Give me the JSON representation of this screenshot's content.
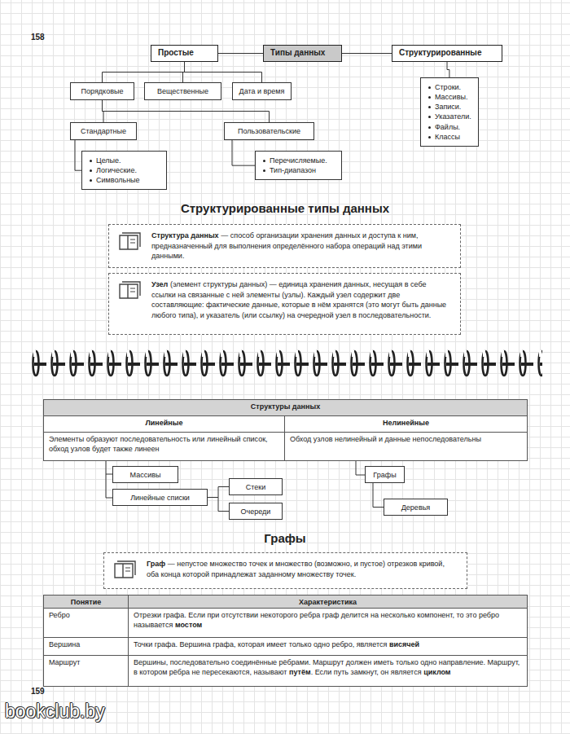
{
  "diagram": {
    "nodes": [
      {
        "text": [
          "Простые"
        ]
      },
      {
        "text": [
          "Типы данных"
        ]
      },
      {
        "text": [
          "Структурированные"
        ]
      },
      {
        "text": [
          "Порядковые"
        ]
      },
      {
        "text": [
          "Вещественные"
        ]
      },
      {
        "text": [
          "Дата и время"
        ]
      },
      {
        "text": [
          "Строки.",
          "Массивы.",
          "Записи.",
          "Указатели.",
          "Файлы.",
          "Классы"
        ]
      },
      {
        "text": [
          "Стандартные"
        ]
      },
      {
        "text": [
          "Пользовательские"
        ]
      },
      {
        "text": [
          "Целые.",
          "Логические.",
          "Символьные"
        ]
      },
      {
        "text": [
          "Перечисляемые.",
          "Тип-диапазон"
        ]
      },
      {
        "text": [
          "Структура данных",
          "— способ организации хранения данных и доступа к ним, предназначенный для выполнения определённого набора операций над этими данными."
        ]
      },
      {
        "text": [
          "Узел",
          "(элемент структуры данных) — единица хранения данных, несущая в себе ссылки на связанные с ней элементы (узлы). Каждый узел содержит две составляющие: фактические данные, которые в нём хранятся (это могут быть данные любого типа), и указатель (или ссылку) на очередной узел в последовательности."
        ]
      },
      {
        "text": [
          "Массивы"
        ]
      },
      {
        "text": [
          "Линейные списки"
        ]
      },
      {
        "text": [
          "Стеки"
        ]
      },
      {
        "text": [
          "Очереди"
        ]
      },
      {
        "text": [
          "Графы"
        ]
      },
      {
        "text": [
          "Деревья"
        ]
      },
      {
        "text": [
          "Граф",
          "— непустое множество точек и множество (возможно, и пустое) отрезков кривой, оба конца которой принадлежат заданному множеству точек."
        ]
      }
    ],
    "edges": [
      {
        "from": 1,
        "to": 0,
        "arrow": "none"
      },
      {
        "from": 1,
        "to": 2,
        "arrow": "none"
      },
      {
        "from": 0,
        "to": 3,
        "arrow": "none"
      },
      {
        "from": 0,
        "to": 4,
        "arrow": "none"
      },
      {
        "from": 0,
        "to": 5,
        "arrow": "none"
      },
      {
        "from": 2,
        "to": 6,
        "arrow": "none"
      },
      {
        "from": 3,
        "to": 7,
        "arrow": "none"
      },
      {
        "from": 3,
        "to": 8,
        "arrow": "none"
      },
      {
        "from": 7,
        "to": 9,
        "arrow": "none"
      },
      {
        "from": 8,
        "to": 10,
        "arrow": "none"
      },
      {
        "from": 14,
        "to": 15,
        "arrow": "none"
      },
      {
        "from": 14,
        "to": 16,
        "arrow": "none"
      },
      {
        "from": 17,
        "to": 18,
        "arrow": "none"
      }
    ],
    "labels": [
      "158",
      "Структурированные типы данных",
      "Структуры данных",
      "Линейные",
      "Нелинейные",
      "Элементы образуют последовательность или линейный список, обход узлов будет также линеен",
      "Обход узлов нелинейный и данные непоследовательны",
      "Графы",
      "Понятие",
      "Характеристика",
      "Ребро",
      "Отрезки графа. Если при отсутствии некоторого ребра граф делится на несколько компонент, то это ребро называется",
      "мостом",
      "Вершина",
      "Точки графа. Вершина графа, которая имеет только одно ребро, является",
      "висячей",
      "Маршрут",
      "Вершины, последовательно соединённые рёбрами. Маршрут должен иметь только одно направление. Маршрут, в котором рёбра не пересекаются, называют",
      "путём",
      ". Если путь замкнут, он является",
      "циклом",
      "159",
      "bookclub.by"
    ]
  }
}
